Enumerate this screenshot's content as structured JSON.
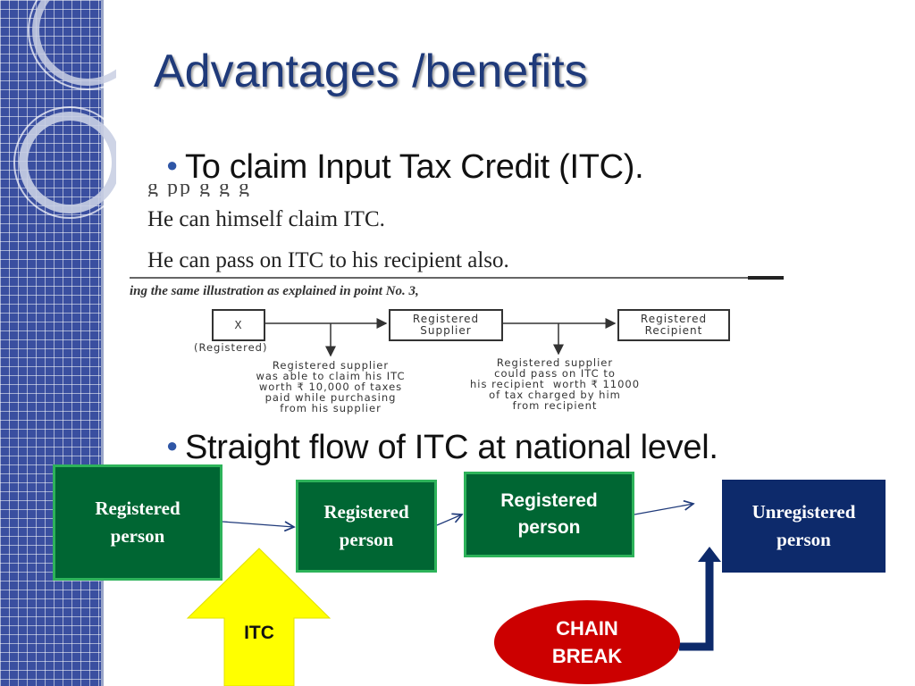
{
  "slide": {
    "title": "Advantages /benefits",
    "bullets": [
      "To claim Input Tax Credit (ITC).",
      "Straight flow of ITC at national level."
    ]
  },
  "illustration": {
    "partial_top_line": "g  pp  g       g    g",
    "lines": [
      "He can himself claim ITC.",
      "He can pass on ITC to his recipient also."
    ],
    "caption": "ing the same illustration as explained in point No. 3,",
    "boxes": {
      "x": "X",
      "supplier": "Registered\nSupplier",
      "recipient": "Registered\nRecipient"
    },
    "registered_label": "(Registered)",
    "note_supplier": "Registered supplier\nwas able to claim his ITC\nworth ₹ 10,000 of taxes\npaid while purchasing\nfrom his supplier",
    "note_recipient": "Registered supplier\ncould pass on ITC to\nhis recipient  worth ₹ 11000\nof tax charged by him\nfrom recipient"
  },
  "flow": {
    "box1": "Registered\nperson",
    "box2": "Registered\nperson",
    "box3": "Registered\nperson",
    "box4": "Unregistered\nperson",
    "itc_arrow_label": "ITC",
    "chain_break": "CHAIN\nBREAK"
  },
  "colors": {
    "title": "#1f3a7a",
    "bullet_dot": "#2f56a6",
    "green_box": "#006633",
    "green_border": "#2db35a",
    "navy_box": "#0d2a6b",
    "itc_arrow": "#ffff00",
    "chain_break": "#cc0000",
    "side_strip": "#3a4fa0"
  },
  "icons": [
    "bullet-dot-icon",
    "arrow-right-icon",
    "up-arrow-icon",
    "elbow-arrow-icon"
  ]
}
